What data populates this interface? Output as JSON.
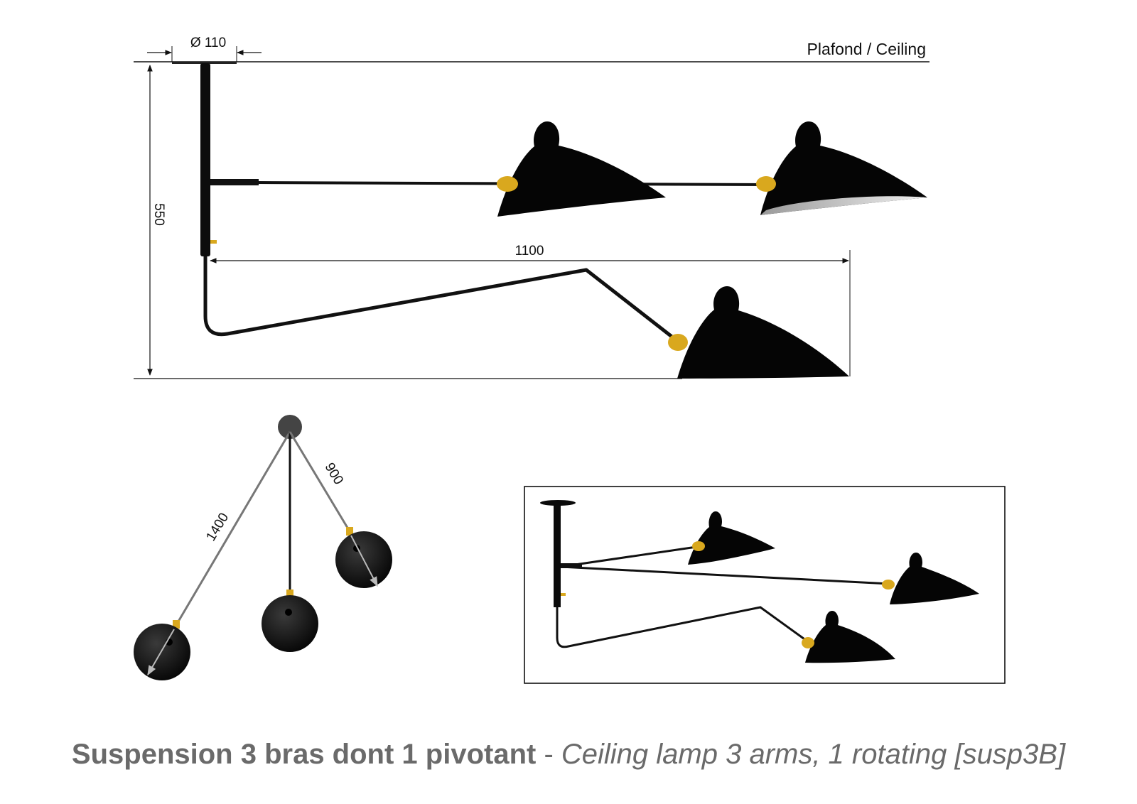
{
  "dimensions": {
    "diameter": "Ø 110",
    "height": "550",
    "span": "1100",
    "long_arm": "1400",
    "short_arm": "900"
  },
  "labels": {
    "ceiling": "Plafond / Ceiling"
  },
  "caption": {
    "fr": "Suspension 3 bras dont 1 pivotant",
    "sep": " - ",
    "en": "Ceiling lamp 3 arms, 1 rotating [susp3B]"
  },
  "colors": {
    "lamp": "#0a0a0a",
    "brass": "#d9a81e",
    "caption": "#6a6a6a"
  }
}
